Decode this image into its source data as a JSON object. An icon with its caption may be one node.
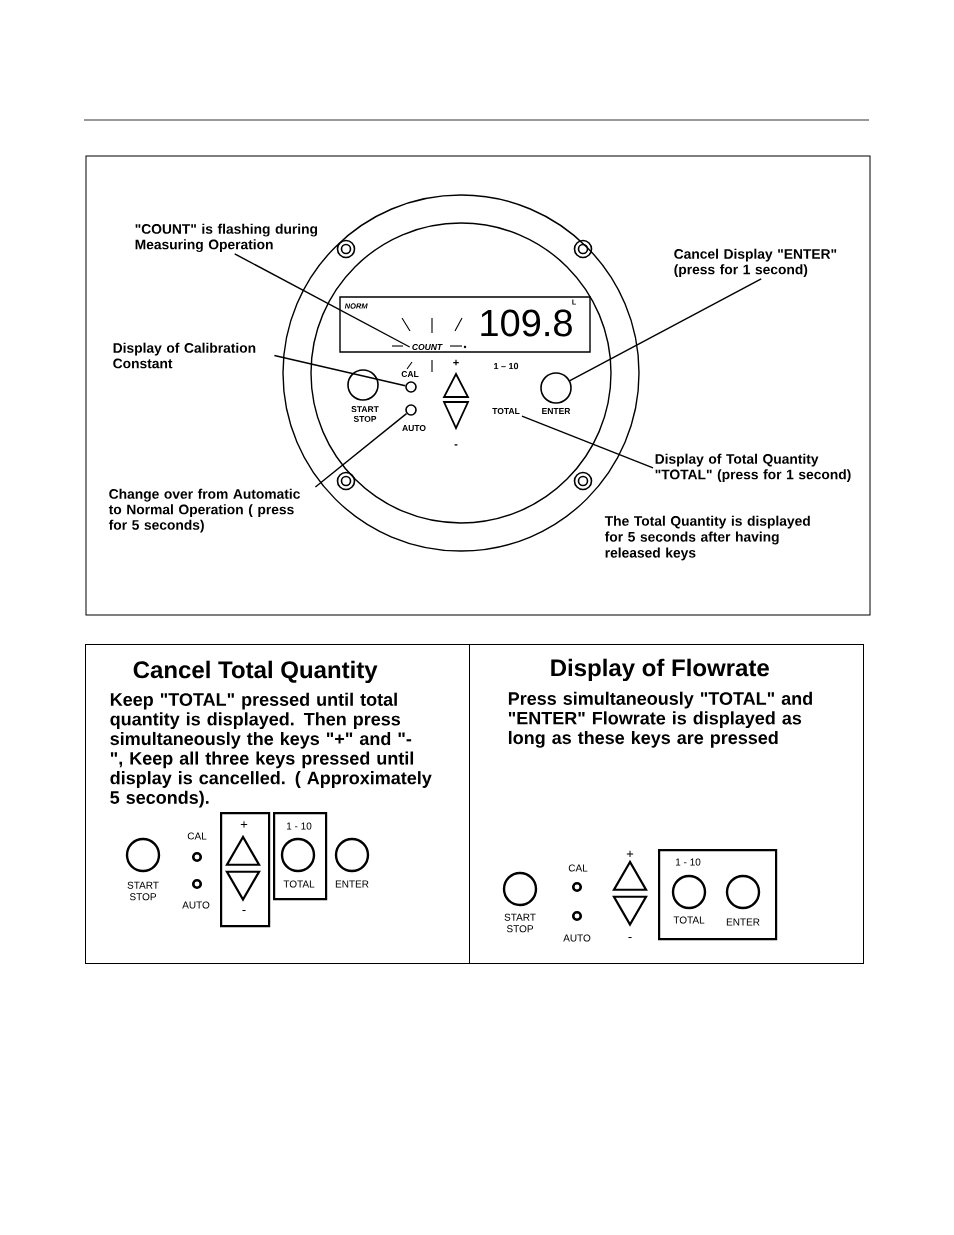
{
  "diagram": {
    "nodes": [
      {
        "text": [
          "\"COUNT\" is flashing during Measuring Operation"
        ]
      },
      {
        "text": [
          "COUNT"
        ]
      },
      {
        "text": [
          "Display of Calibration Constant"
        ]
      },
      {
        "text": [],
        "shape": "circle",
        "beside": [
          "CAL"
        ]
      },
      {
        "text": [
          "Change over from Automatic to Normal Operation ( press for 5 seconds)"
        ]
      },
      {
        "text": [],
        "shape": "circle",
        "beside": [
          "AUTO"
        ]
      },
      {
        "text": [
          "Cancel Display \"ENTER\" (press for 1 second)"
        ]
      },
      {
        "text": [],
        "shape": "circle",
        "beside": [
          "ENTER"
        ]
      },
      {
        "text": [
          "Display of Total Quantity \"TOTAL\" (press for 1 second)"
        ]
      },
      {
        "text": [
          "TOTAL"
        ]
      },
      {
        "text": [],
        "shape": "circle",
        "beside": [
          "START STOP"
        ]
      },
      {
        "text": [
          "Cancel Total Quantity",
          "Keep \"TOTAL\" pressed until total quantity is displayed. Then press simultaneously the keys \"+\" and \"-\", Keep all three keys pressed until display is cancelled. ( Approximately 5  seconds)."
        ]
      },
      {
        "text": [
          "+",
          "-"
        ],
        "in": 11
      },
      {
        "text": [
          "1 - 10",
          "TOTAL"
        ],
        "in": 11
      },
      {
        "text": [
          "Display of Flowrate",
          "Press simultaneously \"TOTAL\" and \"ENTER\" Flowrate is displayed as long as these keys are pressed"
        ]
      },
      {
        "text": [
          "1 - 10",
          "TOTAL",
          "ENTER"
        ],
        "in": 14
      },
      {
        "text": [],
        "shape": "circle",
        "in": 11,
        "beside": [
          "START STOP"
        ]
      },
      {
        "text": [],
        "shape": "circle",
        "in": 11,
        "beside": [
          "CAL"
        ]
      },
      {
        "text": [],
        "shape": "circle",
        "in": 11,
        "beside": [
          "AUTO"
        ]
      },
      {
        "text": [],
        "shape": "circle",
        "in": 13
      },
      {
        "text": [],
        "shape": "circle",
        "in": 11,
        "beside": [
          "ENTER"
        ]
      },
      {
        "text": [],
        "shape": "circle",
        "in": 14,
        "beside": [
          "START STOP"
        ]
      },
      {
        "text": [],
        "shape": "circle",
        "in": 14,
        "beside": [
          "CAL"
        ]
      },
      {
        "text": [],
        "shape": "circle",
        "in": 14,
        "beside": [
          "AUTO"
        ]
      },
      {
        "text": [],
        "shape": "circle",
        "in": 15
      },
      {
        "text": [],
        "shape": "circle",
        "in": 15
      },
      {
        "text": [],
        "shape": "triangle",
        "in": 12
      },
      {
        "text": [],
        "shape": "triangle",
        "in": 12
      },
      {
        "text": [],
        "shape": "triangle",
        "in": 14,
        "beside": [
          "+"
        ]
      },
      {
        "text": [],
        "shape": "triangle",
        "in": 14,
        "beside": [
          "-"
        ]
      }
    ],
    "edges": [
      {
        "from": 0,
        "to": 1,
        "arrow": "none"
      },
      {
        "from": 2,
        "to": 3,
        "arrow": "none"
      },
      {
        "from": 4,
        "to": 5,
        "arrow": "none"
      },
      {
        "from": 6,
        "to": 7,
        "arrow": "none"
      },
      {
        "from": 8,
        "to": 9,
        "arrow": "none"
      }
    ],
    "labels": [
      "NORM",
      "109.8",
      "L",
      "+",
      "-",
      "1 – 10",
      "The Total Quantity is displayed for 5 seconds after having released keys"
    ]
  }
}
